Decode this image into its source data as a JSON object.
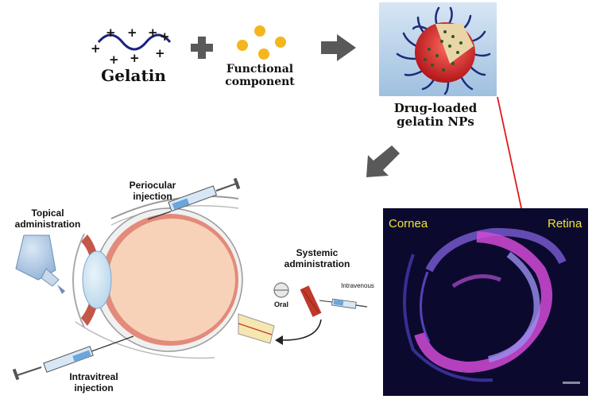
{
  "gelatin_label": "Gelatin",
  "functional_label": "Functional component",
  "nps_label": "Drug-loaded gelatin NPs",
  "micro": {
    "cornea": "Cornea",
    "retina": "Retina"
  },
  "routes": {
    "topical": "Topical administration",
    "periocular": "Periocular injection",
    "intravitreal": "Intravitreal injection",
    "systemic": "Systemic administration",
    "oral": "Oral",
    "intravenous": "Intravenous"
  },
  "colors": {
    "arrow_gray": "#595959",
    "connector_red": "#e0191b",
    "gelatin_wave": "#1a237e",
    "nanoparticle_red": "#d8262a",
    "functional_dot": "#f3b61f",
    "microscopy_bg": "#0b0a2e",
    "eye_tissue": "#f7d2b8",
    "eye_muscle": "#c4564a"
  }
}
